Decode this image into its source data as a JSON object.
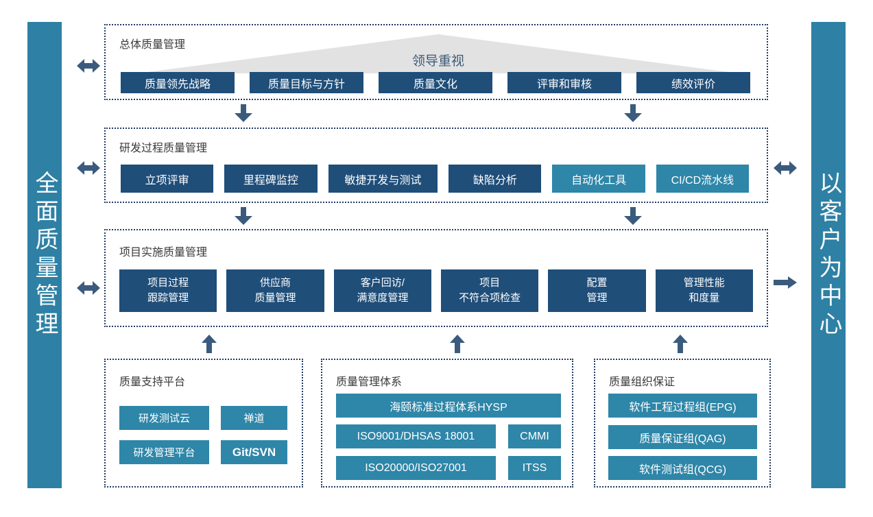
{
  "left_bar": {
    "label": "全面质量管理"
  },
  "right_bar": {
    "label": "以客户为中心"
  },
  "sections": {
    "overall": {
      "title": "总体质量管理",
      "banner": "领导重视",
      "items": [
        "质量领先战略",
        "质量目标与方针",
        "质量文化",
        "评审和审核",
        "绩效评价"
      ]
    },
    "rd": {
      "title": "研发过程质量管理",
      "items": [
        "立项评审",
        "里程碑监控",
        "敏捷开发与测试",
        "缺陷分析",
        "自动化工具",
        "CI/CD流水线"
      ]
    },
    "impl": {
      "title": "项目实施质量管理",
      "items": [
        "项目过程\n跟踪管理",
        "供应商\n质量管理",
        "客户回访/\n满意度管理",
        "项目\n不符合项检查",
        "配置\n管理",
        "管理性能\n和度量"
      ]
    },
    "platform": {
      "title": "质量支持平台",
      "items": [
        "研发测试云",
        "禅道",
        "研发管理平台",
        "Git/SVN"
      ]
    },
    "system": {
      "title": "质量管理体系",
      "items": [
        "海颐标准过程体系HYSP",
        "ISO9001/DHSAS 18001",
        "CMMI",
        "ISO20000/ISO27001",
        "ITSS"
      ]
    },
    "org": {
      "title": "质量组织保证",
      "items": [
        "软件工程过程组(EPG)",
        "质量保证组(QAG)",
        "软件测试组(QCG)"
      ]
    }
  },
  "colors": {
    "dark_button": "#1F4E79",
    "teal_button": "#2E86A8",
    "side_bar": "#2E80A4",
    "dotted_border": "#1F3864",
    "arrow": "#3A5B7D",
    "triangle": "#E2E2E3",
    "banner_text": "#3C5A75",
    "button_text": "#FFFFFF"
  },
  "icons": {
    "down_arrow": "solid downward block arrow",
    "up_arrow": "solid upward block arrow",
    "double_horizontal_arrow": "solid left-right block arrow",
    "right_arrow": "solid rightward block arrow"
  }
}
